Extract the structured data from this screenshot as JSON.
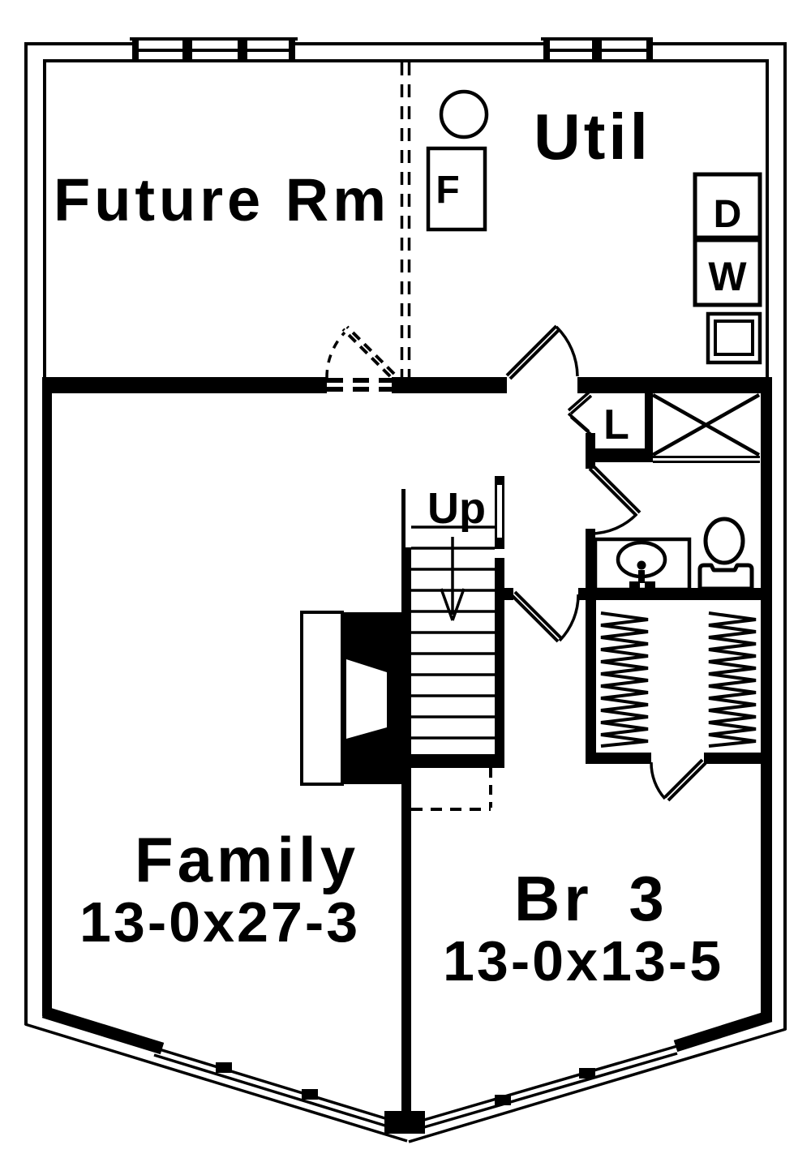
{
  "plan": {
    "type": "floor-plan",
    "rooms": {
      "future_rm": {
        "label": "Future Rm"
      },
      "util": {
        "label": "Util"
      },
      "family": {
        "label": "Family",
        "dim": "13-0x27-3"
      },
      "br3": {
        "label": "Br 3",
        "dim": "13-0x13-5"
      },
      "linen_closet": {
        "label": "L"
      }
    },
    "fixtures": {
      "furnace": "F",
      "dryer": "D",
      "washer": "W"
    },
    "stairs": {
      "direction_label": "Up"
    },
    "colors": {
      "ink": "#000000",
      "paper": "#ffffff"
    }
  }
}
